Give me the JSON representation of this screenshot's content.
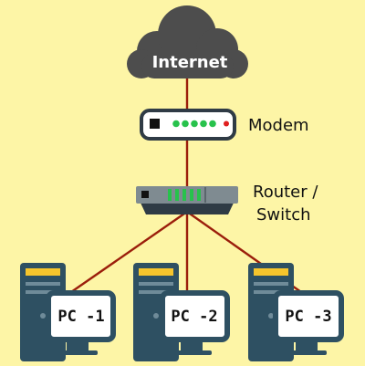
{
  "nodes": {
    "internet": {
      "label": "Internet"
    },
    "modem": {
      "label": "Modem"
    },
    "router": {
      "label_line1": "Router /",
      "label_line2": "Switch"
    },
    "pcs": [
      {
        "label": "PC -1"
      },
      {
        "label": "PC -2"
      },
      {
        "label": "PC -3"
      }
    ]
  },
  "colors": {
    "background": "#fdf5a6",
    "cable": "#9b1e0b",
    "cloud": "#4d4d4d",
    "tower": "#2e5062",
    "tower_drive": "#f6c52c",
    "monitor_frame": "#2e5062",
    "monitor_screen": "#ffffff",
    "modem_led": "#27c24c",
    "modem_power_led": "#e02020"
  }
}
